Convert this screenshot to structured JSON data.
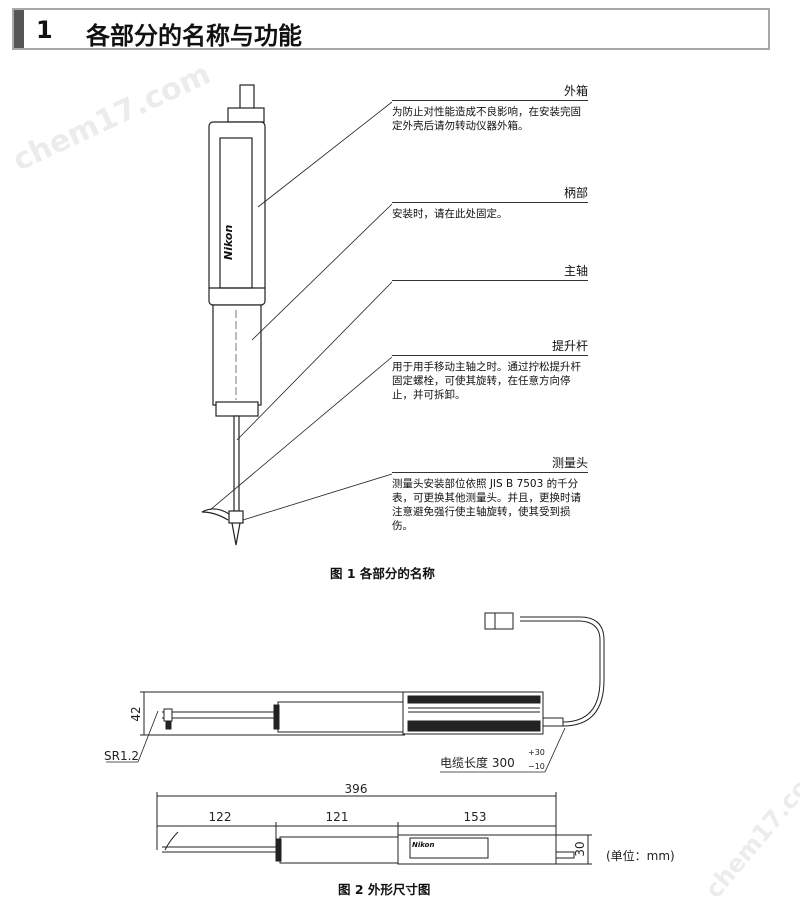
{
  "header": {
    "number": "1",
    "title": "各部分的名称与功能"
  },
  "watermark": "chem17.com",
  "parts": [
    {
      "label": "外箱",
      "desc": "为防止对性能造成不良影响，在安装完固定外壳后请勿转动仪器外箱。"
    },
    {
      "label": "柄部",
      "desc": "安装时，请在此处固定。"
    },
    {
      "label": "主轴",
      "desc": ""
    },
    {
      "label": "提升杆",
      "desc": "用于用手移动主轴之时。通过拧松提升杆固定螺栓，可使其旋转，在任意方向停止，并可拆卸。"
    },
    {
      "label": "测量头",
      "desc": "测量头安装部位依照 JIS B 7503 的千分表，可更换其他测量头。并且，更换时请注意避免强行使主轴旋转，使其受到损伤。"
    }
  ],
  "gauge_brand": "Nikon",
  "figure1_caption": "图 1  各部分的名称",
  "figure2": {
    "height_dim": "42",
    "tip_radius": "SR1.2",
    "cable_label": "电缆长度 300",
    "cable_tol_plus": "+30",
    "cable_tol_minus": "−10",
    "total_length": "396",
    "seg1": "122",
    "seg2": "121",
    "seg3": "153",
    "width_dim": "30",
    "unit": "(单位：mm)",
    "caption": "图 2  外形尺寸图"
  }
}
